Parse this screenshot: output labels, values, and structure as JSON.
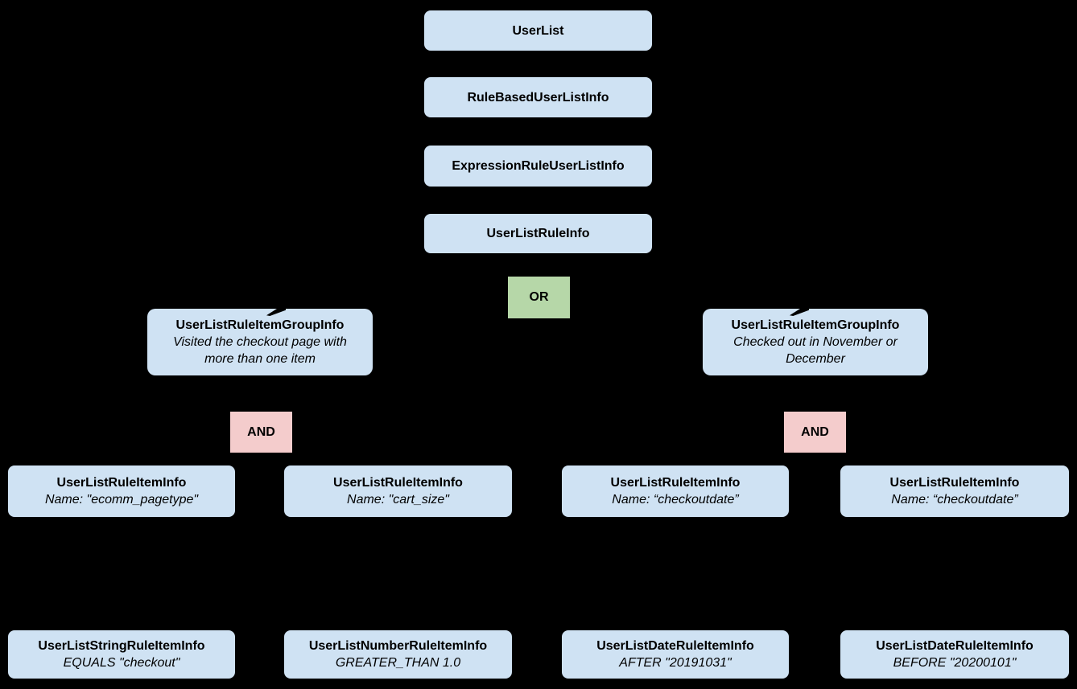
{
  "diagram": {
    "background_color": "#000000",
    "node_color": "#cfe2f3",
    "or_color": "#b6d7a8",
    "and_color": "#f4cccc",
    "text_color": "#000000",
    "chain": [
      {
        "label": "UserList"
      },
      {
        "label": "RuleBasedUserListInfo"
      },
      {
        "label": "ExpressionRuleUserListInfo"
      },
      {
        "label": "UserListRuleInfo"
      }
    ],
    "or_label": "OR",
    "and_label": "AND",
    "groups": [
      {
        "title": "UserListRuleItemGroupInfo",
        "subtitle": "Visited the checkout page with more than one item"
      },
      {
        "title": "UserListRuleItemGroupInfo",
        "subtitle": "Checked out in November or December"
      }
    ],
    "rule_items": [
      {
        "title": "UserListRuleItemInfo",
        "subtitle": "Name: \"ecomm_pagetype\""
      },
      {
        "title": "UserListRuleItemInfo",
        "subtitle": "Name: \"cart_size\""
      },
      {
        "title": "UserListRuleItemInfo",
        "subtitle": "Name: “checkoutdate”"
      },
      {
        "title": "UserListRuleItemInfo",
        "subtitle": "Name: “checkoutdate”"
      }
    ],
    "leaf_items": [
      {
        "title": "UserListStringRuleItemInfo",
        "subtitle": "EQUALS \"checkout\""
      },
      {
        "title": "UserListNumberRuleItemInfo",
        "subtitle": "GREATER_THAN 1.0"
      },
      {
        "title": "UserListDateRuleItemInfo",
        "subtitle": "AFTER \"20191031\""
      },
      {
        "title": "UserListDateRuleItemInfo",
        "subtitle": "BEFORE \"20200101\""
      }
    ]
  }
}
